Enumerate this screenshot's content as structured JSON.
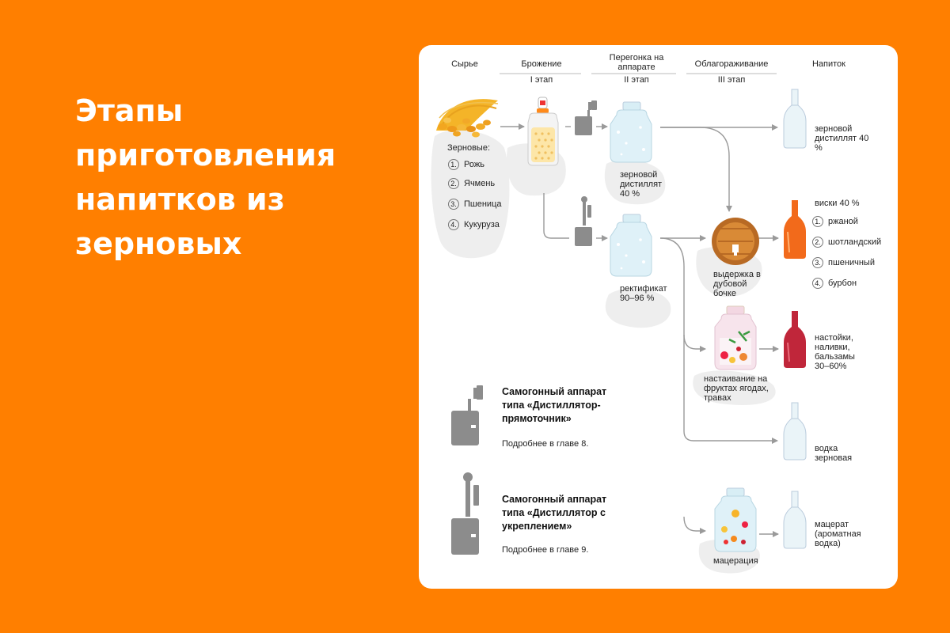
{
  "headline": "Этапы приготовления напитков из зерновых",
  "columns": {
    "raw": "Сырье",
    "fermentation": "Брожение",
    "fermentation_stage": "I этап",
    "distillation": "Перегонка на аппарате",
    "distillation_stage": "II этап",
    "refinement": "Облагораживание",
    "refinement_stage": "III этап",
    "drink": "Напиток"
  },
  "grains": {
    "title": "Зерновые:",
    "items": [
      {
        "num": "1.",
        "label": "Рожь"
      },
      {
        "num": "2.",
        "label": "Ячмень"
      },
      {
        "num": "3.",
        "label": "Пшеница"
      },
      {
        "num": "4.",
        "label": "Кукуруза"
      }
    ]
  },
  "steps": {
    "grain_distillate": "зерновой дистиллят 40 %",
    "rectified": "ректификат 90–96 %",
    "aging": "выдержка в дубовой бочке",
    "infusion": "настаивание на фруктах ягодах, травах",
    "maceration": "мацерация"
  },
  "drinks": {
    "grain_distillate": "зерновой дистиллят 40 %",
    "whisky": {
      "title": "виски 40 %",
      "items": [
        {
          "num": "1.",
          "label": "ржаной"
        },
        {
          "num": "2.",
          "label": "шотландский"
        },
        {
          "num": "3.",
          "label": "пшеничный"
        },
        {
          "num": "4.",
          "label": "бурбон"
        }
      ]
    },
    "liqueurs": "настойки, наливки, бальзамы 30–60%",
    "vodka": "водка зерновая",
    "macerate": "мацерат (ароматная водка)"
  },
  "legend": {
    "still1": {
      "title": "Самогонный аппарат типа «Дистиллятор-прямоточник»",
      "more": "Подробнее в главе 8."
    },
    "still2": {
      "title": "Самогонный аппарат типа «Дистиллятор с укреплением»",
      "more": "Подробнее в главе 9."
    }
  },
  "colors": {
    "background": "#ff7f00",
    "card": "#ffffff",
    "arrow": "#9a9a9a",
    "device": "#8c8c8c",
    "whisky": "#f26a1b",
    "liqueur": "#c0263a",
    "barrel": "#b86a24"
  }
}
